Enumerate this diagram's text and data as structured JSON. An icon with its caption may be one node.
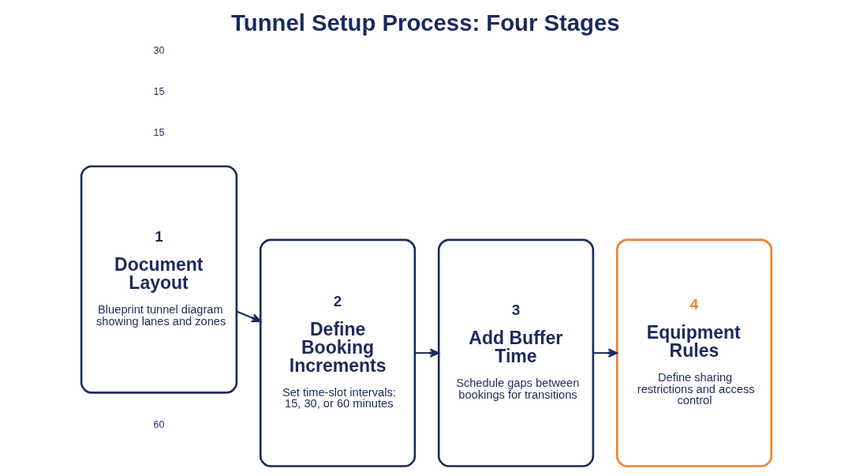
{
  "diagram": {
    "title": "Tunnel Setup Process: Four Stages",
    "nodes": [
      {
        "text": [
          "1",
          "Document Layout",
          "Blueprint tunnel diagram showing lanes and zones"
        ]
      },
      {
        "text": [
          "2",
          "Define Booking Increments",
          "Set time-slot intervals: 15, 30, or 60 minutes"
        ]
      },
      {
        "text": [
          "3",
          "Add Buffer Time",
          "Schedule gaps between bookings for transitions"
        ]
      },
      {
        "text": [
          "4",
          "Equipment Rules",
          "Define sharing restrictions and access control"
        ]
      }
    ],
    "edges": [
      {
        "from": 0,
        "to": 1,
        "arrow": "to"
      },
      {
        "from": 1,
        "to": 2,
        "arrow": "to"
      },
      {
        "from": 2,
        "to": 3,
        "arrow": "to"
      }
    ],
    "labels": [
      "60",
      "15",
      "15",
      "30"
    ]
  }
}
